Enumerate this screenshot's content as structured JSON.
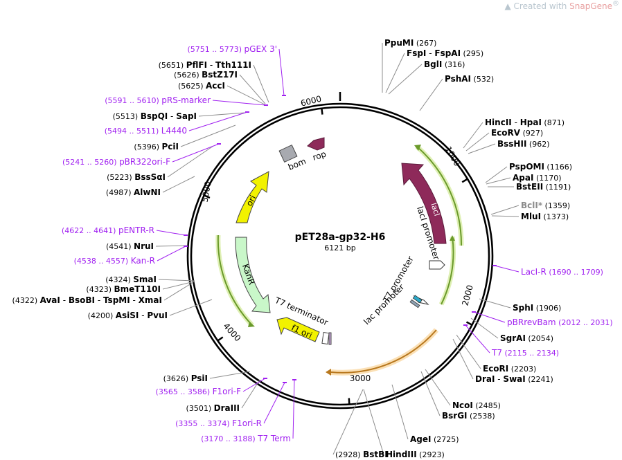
{
  "watermark": {
    "prefix": "Created with ",
    "brand": "SnapGene",
    "reg": "®"
  },
  "plasmid": {
    "name": "pET28a-gp32-H6",
    "size_label": "6121 bp",
    "length": 6121
  },
  "colors": {
    "backbone": "#000000",
    "enzyme_text": "#000000",
    "primer": "#a020f0",
    "lacI": "#8e2a5a",
    "rop": "#8e2a5a",
    "ori": "#f2f200",
    "kanR": "#c9f7c9",
    "bom": "#a8aab0",
    "gene_arc_green": "#6a9a2a",
    "gene_arc_orange": "#b8781e",
    "t7_promoter": "#ffffff",
    "lac_operator": "#2aa8c8",
    "watermark": "#b9c6cf"
  },
  "ticks": [
    {
      "label": "1000",
      "bp": 1000
    },
    {
      "label": "2000",
      "bp": 2000
    },
    {
      "label": "3000",
      "bp": 3000
    },
    {
      "label": "4000",
      "bp": 4000
    },
    {
      "label": "5000",
      "bp": 5000
    },
    {
      "label": "6000",
      "bp": 6000
    }
  ],
  "enzyme_labels": [
    {
      "name": "PpuMI",
      "pos": "(267)"
    },
    {
      "name": "FspI",
      "sep": " - ",
      "name2": "FspAI",
      "pos": "(295)"
    },
    {
      "name": "BglI",
      "pos": "(316)"
    },
    {
      "name": "PshAI",
      "pos": "(532)"
    },
    {
      "name": "HincII",
      "sep": " - ",
      "name2": "HpaI",
      "pos": "(871)"
    },
    {
      "name": "EcoRV",
      "pos": "(927)"
    },
    {
      "name": "BssHII",
      "pos": "(962)"
    },
    {
      "name": "PspOMI",
      "pos": "(1166)"
    },
    {
      "name": "ApaI",
      "pos": "(1170)"
    },
    {
      "name": "BstEII",
      "pos": "(1191)"
    },
    {
      "name": "BclI",
      "star": "*",
      "pos": "(1359)",
      "muted": true
    },
    {
      "name": "MluI",
      "pos": "(1373)"
    },
    {
      "name": "SphI",
      "pos": "(1906)"
    },
    {
      "name": "SgrAI",
      "pos": "(2054)"
    },
    {
      "name": "EcoRI",
      "pos": "(2203)"
    },
    {
      "name": "DraI",
      "sep": " - ",
      "name2": "SwaI",
      "pos": "(2241)"
    },
    {
      "name": "NcoI",
      "pos": "(2485)"
    },
    {
      "name": "BsrGI",
      "pos": "(2538)"
    },
    {
      "name": "AgeI",
      "pos": "(2725)"
    },
    {
      "name": "HindIII",
      "pos": "(2923)"
    },
    {
      "name": "BstBI",
      "pos": "(2928)",
      "pos_first": true
    },
    {
      "name": "DraIII",
      "pos": "(3501)",
      "pos_first": true
    },
    {
      "name": "PsiI",
      "pos": "(3626)",
      "pos_first": true
    },
    {
      "name": "AsiSI",
      "sep": " - ",
      "name2": "PvuI",
      "pos": "(4200)",
      "pos_first": true
    },
    {
      "name": "AvaI",
      "sep": " - ",
      "name2": "BsoBI",
      "sep2": " - ",
      "name3": "TspMI",
      "sep3": " - ",
      "name4": "XmaI",
      "pos": "(4322)",
      "pos_first": true
    },
    {
      "name": "BmeT110I",
      "pos": "(4323)",
      "pos_first": true
    },
    {
      "name": "SmaI",
      "pos": "(4324)",
      "pos_first": true
    },
    {
      "name": "NruI",
      "pos": "(4541)",
      "pos_first": true
    },
    {
      "name": "AlwNI",
      "pos": "(4987)",
      "pos_first": true
    },
    {
      "name": "BssSαI",
      "pos": "(5223)",
      "pos_first": true
    },
    {
      "name": "PciI",
      "pos": "(5396)",
      "pos_first": true
    },
    {
      "name": "BspQI",
      "sep": " - ",
      "name2": "SapI",
      "pos": "(5513)",
      "pos_first": true
    },
    {
      "name": "AccI",
      "pos": "(5625)",
      "pos_first": true
    },
    {
      "name": "BstZ17I",
      "pos": "(5626)",
      "pos_first": true
    },
    {
      "name": "PflFI",
      "sep": " - ",
      "name2": "Tth111I",
      "pos": "(5651)",
      "pos_first": true
    }
  ],
  "primer_labels": [
    {
      "name": "LacI-R",
      "range": "(1690 .. 1709)"
    },
    {
      "name": "pBRrevBam",
      "range": "(2012 .. 2031)"
    },
    {
      "name": "T7",
      "range": "(2115 .. 2134)"
    },
    {
      "name": "T7 Term",
      "range": "(3170 .. 3188)",
      "range_first": true
    },
    {
      "name": "F1ori-R",
      "range": "(3355 .. 3374)",
      "range_first": true
    },
    {
      "name": "F1ori-F",
      "range": "(3565 .. 3586)",
      "range_first": true
    },
    {
      "name": "Kan-R",
      "range": "(4538 .. 4557)",
      "range_first": true
    },
    {
      "name": "pENTR-R",
      "range": "(4622 .. 4641)",
      "range_first": true
    },
    {
      "name": "pBR322ori-F",
      "range": "(5241 .. 5260)",
      "range_first": true
    },
    {
      "name": "L4440",
      "range": "(5494 .. 5511)",
      "range_first": true
    },
    {
      "name": "pRS-marker",
      "range": "(5591 .. 5610)",
      "range_first": true
    },
    {
      "name": "pGEX 3'",
      "range": "(5751 .. 5773)",
      "range_first": true
    }
  ],
  "features": {
    "lacI": "lacI",
    "lacI_promoter": "lacI promoter",
    "t7_promoter": "T7 promoter",
    "lac_promoter": "lac promoter",
    "rop": "rop",
    "bom": "bom",
    "ori": "ori",
    "kanR": "KanR",
    "t7_terminator": "T7 terminator",
    "f1_ori": "f1 ori"
  }
}
